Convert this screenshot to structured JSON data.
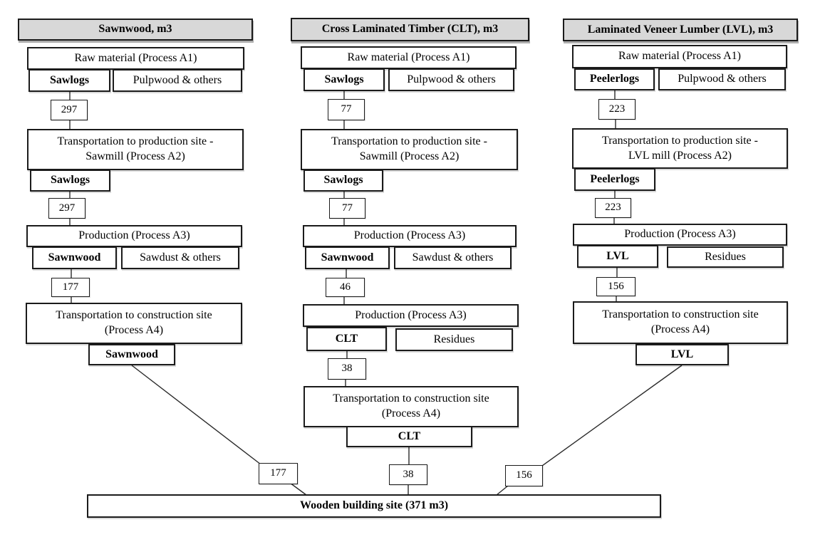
{
  "columns": [
    {
      "header": "Sawnwood, m3",
      "raw": {
        "title": "Raw material (Process A1)",
        "main": "Sawlogs",
        "side": "Pulpwood & others"
      },
      "flow1": "297",
      "transport_prod": {
        "line1": "Transportation to production site -",
        "line2": "Sawmill (Process A2)",
        "out": "Sawlogs"
      },
      "flow2": "297",
      "production": {
        "title": "Production (Process A3)",
        "main": "Sawnwood",
        "side": "Sawdust & others"
      },
      "flow3": "177",
      "transport_constr": {
        "line1": "Transportation to construction site",
        "line2": "(Process A4)",
        "out": "Sawnwood"
      },
      "flow_final": "177"
    },
    {
      "header": "Cross Laminated Timber (CLT), m3",
      "raw": {
        "title": "Raw material (Process A1)",
        "main": "Sawlogs",
        "side": "Pulpwood & others"
      },
      "flow1": "77",
      "transport_prod": {
        "line1": "Transportation to production site -",
        "line2": "Sawmill (Process A2)",
        "out": "Sawlogs"
      },
      "flow2": "77",
      "production": {
        "title": "Production (Process A3)",
        "main": "Sawnwood",
        "side": "Sawdust & others"
      },
      "flow3": "46",
      "production2": {
        "title": "Production (Process A3)",
        "main": "CLT",
        "side": "Residues"
      },
      "flow4": "38",
      "transport_constr": {
        "line1": "Transportation to construction site",
        "line2": "(Process A4)",
        "out": "CLT"
      },
      "flow_final": "38"
    },
    {
      "header": "Laminated Veneer Lumber (LVL), m3",
      "raw": {
        "title": "Raw material (Process A1)",
        "main": "Peelerlogs",
        "side": "Pulpwood & others"
      },
      "flow1": "223",
      "transport_prod": {
        "line1": "Transportation to production site -",
        "line2": "LVL mill (Process A2)",
        "out": "Peelerlogs"
      },
      "flow2": "223",
      "production": {
        "title": "Production (Process A3)",
        "main": "LVL",
        "side": "Residues"
      },
      "flow3": "156",
      "transport_constr": {
        "line1": "Transportation to construction site",
        "line2": "(Process A4)",
        "out": "LVL"
      },
      "flow_final": "156"
    }
  ],
  "footer": {
    "label": "Wooden building site (371 m3)"
  },
  "colors": {
    "header_bg": "#d8d8d8",
    "border": "#1b1b1b",
    "background": "#ffffff"
  }
}
